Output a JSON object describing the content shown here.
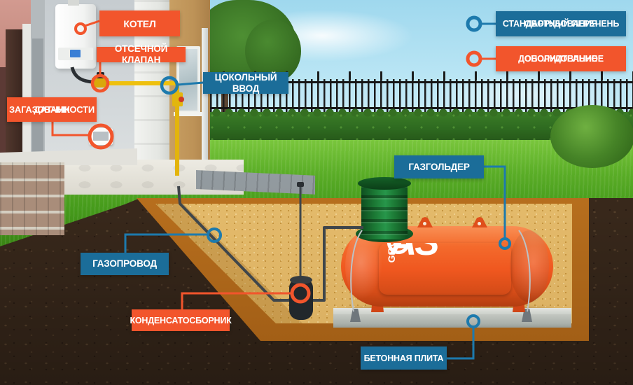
{
  "scene": {
    "description": "Схема монтажа газгольдера с перечнем оборудования"
  },
  "legend": {
    "standard": {
      "line1": "СТАНДАРТНЫЙ ПЕРЕЧЕНЬ",
      "line2": "ОБОРУДОВАНИЯ",
      "color": "#1b6d99"
    },
    "additional": {
      "line1": "ДОПОЛНИТЕЛЬНОЕ",
      "line2": "ОБОРУДОВАНИЕ",
      "color": "#f2552c"
    }
  },
  "callouts": {
    "kotel": {
      "label": "КОТЕЛ",
      "category": "additional"
    },
    "otsechnoy_klapan": {
      "label": "ОТСЕЧНОЙ КЛАПАН",
      "category": "additional"
    },
    "datchik": {
      "line1": "ДАТЧИК",
      "line2": "ЗАГАЗОВАННОСТИ",
      "category": "additional"
    },
    "tsokolny_vvod": {
      "label": "ЦОКОЛЬНЫЙ ВВОД",
      "category": "standard"
    },
    "gazgolder": {
      "label": "ГАЗГОЛЬДЕР",
      "category": "standard"
    },
    "gazoprovod": {
      "label": "ГАЗОПРОВОД",
      "category": "standard"
    },
    "kondensatosbornik": {
      "label": "КОНДЕНСАТОСБОРНИК",
      "category": "additional"
    },
    "betonnaya_plita": {
      "label": "БЕТОННАЯ ПЛИТА",
      "category": "standard"
    }
  },
  "tank": {
    "brand": "AS",
    "brand_sub": "GROUP"
  },
  "colors": {
    "standard_blue": "#1b6d99",
    "additional_orange": "#f2552c",
    "tank_orange": "#ef571f",
    "logo_blue": "#29a8e0",
    "logo_green": "#8cc63e",
    "pipe_yellow": "#f1c40f",
    "sand": "#e9c070",
    "grass": "#459a1b",
    "soil": "#38281b",
    "hedge": "#2e6a20",
    "concrete": "#b8bdb7",
    "neck_green": "#1c7a35"
  }
}
